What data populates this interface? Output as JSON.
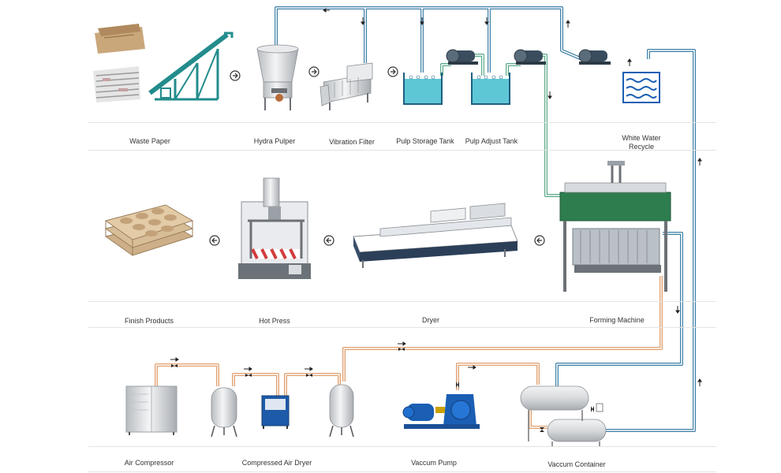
{
  "labels": {
    "waste_paper": "Waste Paper",
    "hydra_pulper": "Hydra Pulper",
    "vibration_filter": "Vibration Filter",
    "pulp_storage_tank": "Pulp Storage Tank",
    "pulp_adjust_tank": "Pulp Adjust Tank",
    "white_water_recycle": "White Water Recycle",
    "finish_products": "Finish Products",
    "hot_press": "Hot Press",
    "dryer": "Dryer",
    "forming_machine": "Forming Machine",
    "air_compressor": "Air Compressor",
    "compressed_air_dryer": "Compressed Air Dryer",
    "vaccum_pump": "Vaccum Pump",
    "vaccum_container": "Vaccum Container"
  },
  "colors": {
    "water_pipe": "#3d7fa6",
    "pulp_pipe": "#5aa889",
    "air_pipe": "#e0a070",
    "teal_machine": "#238c8c",
    "water_fill": "#5ec7d6",
    "forming_green": "#2e7d4f",
    "pump_blue": "#1a5fb4",
    "paper_tan": "#c9a77b"
  },
  "icons": {
    "flow_arrow_right": "circle-arrow-right-icon",
    "flow_arrow_left": "circle-arrow-left-icon",
    "valve": "valve-icon"
  }
}
